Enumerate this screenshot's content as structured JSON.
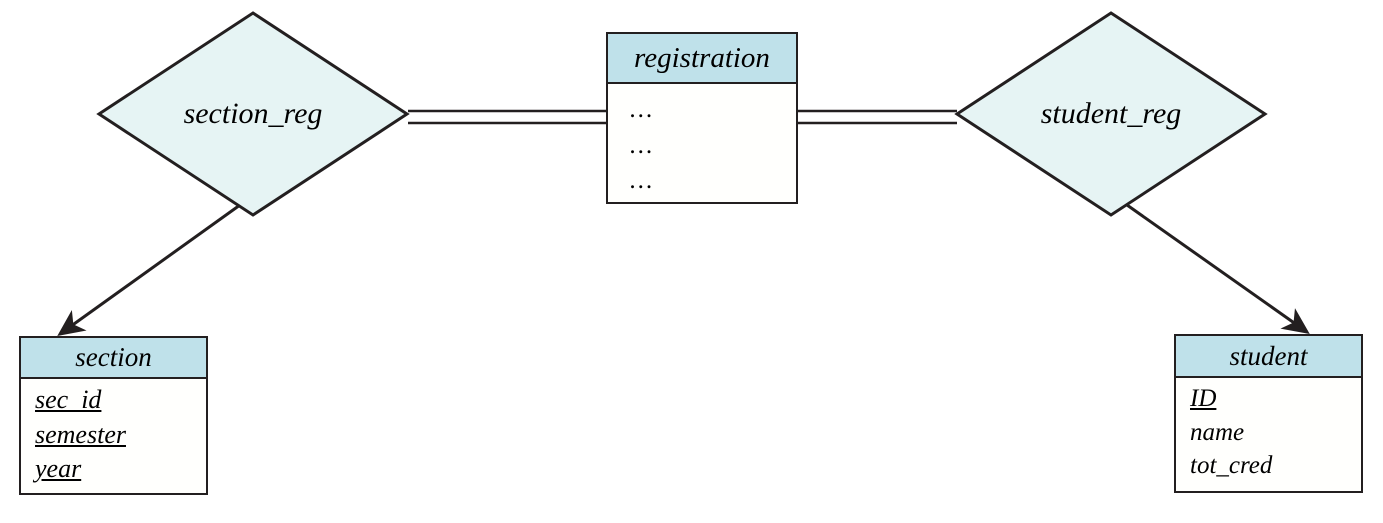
{
  "diagram": {
    "title": "ER diagram with weak entity set registration",
    "colors": {
      "header_fill": "#bfe1ea",
      "diamond_fill": "#e6f4f4",
      "body_fill": "#fffffd",
      "stroke": "#231f20"
    }
  },
  "entities": [
    {
      "id": "registration",
      "name": "registration",
      "kind": "weak-entity",
      "attributes": [
        {
          "label": "...",
          "key": false
        },
        {
          "label": "...",
          "key": false
        },
        {
          "label": "...",
          "key": false
        }
      ]
    },
    {
      "id": "section",
      "name": "section",
      "kind": "entity",
      "attributes": [
        {
          "label": "sec_id",
          "key": true
        },
        {
          "label": "semester",
          "key": true
        },
        {
          "label": "year",
          "key": true
        }
      ]
    },
    {
      "id": "student",
      "name": "student",
      "kind": "entity",
      "attributes": [
        {
          "label": "ID",
          "key": true
        },
        {
          "label": "name",
          "key": false
        },
        {
          "label": "tot_cred",
          "key": false
        }
      ]
    }
  ],
  "relationships": [
    {
      "id": "section_reg",
      "name": "section_reg"
    },
    {
      "id": "student_reg",
      "name": "student_reg"
    }
  ],
  "connectors": [
    {
      "id": "section-reg-to-registration",
      "from": "section_reg",
      "to": "registration",
      "style": "double-line",
      "arrow": false
    },
    {
      "id": "registration-to-student-reg",
      "from": "registration",
      "to": "student_reg",
      "style": "double-line",
      "arrow": false
    },
    {
      "id": "section-reg-to-section",
      "from": "section_reg",
      "to": "section",
      "style": "single-line",
      "arrow": true
    },
    {
      "id": "student-reg-to-student",
      "from": "student_reg",
      "to": "student",
      "style": "single-line",
      "arrow": true
    }
  ]
}
